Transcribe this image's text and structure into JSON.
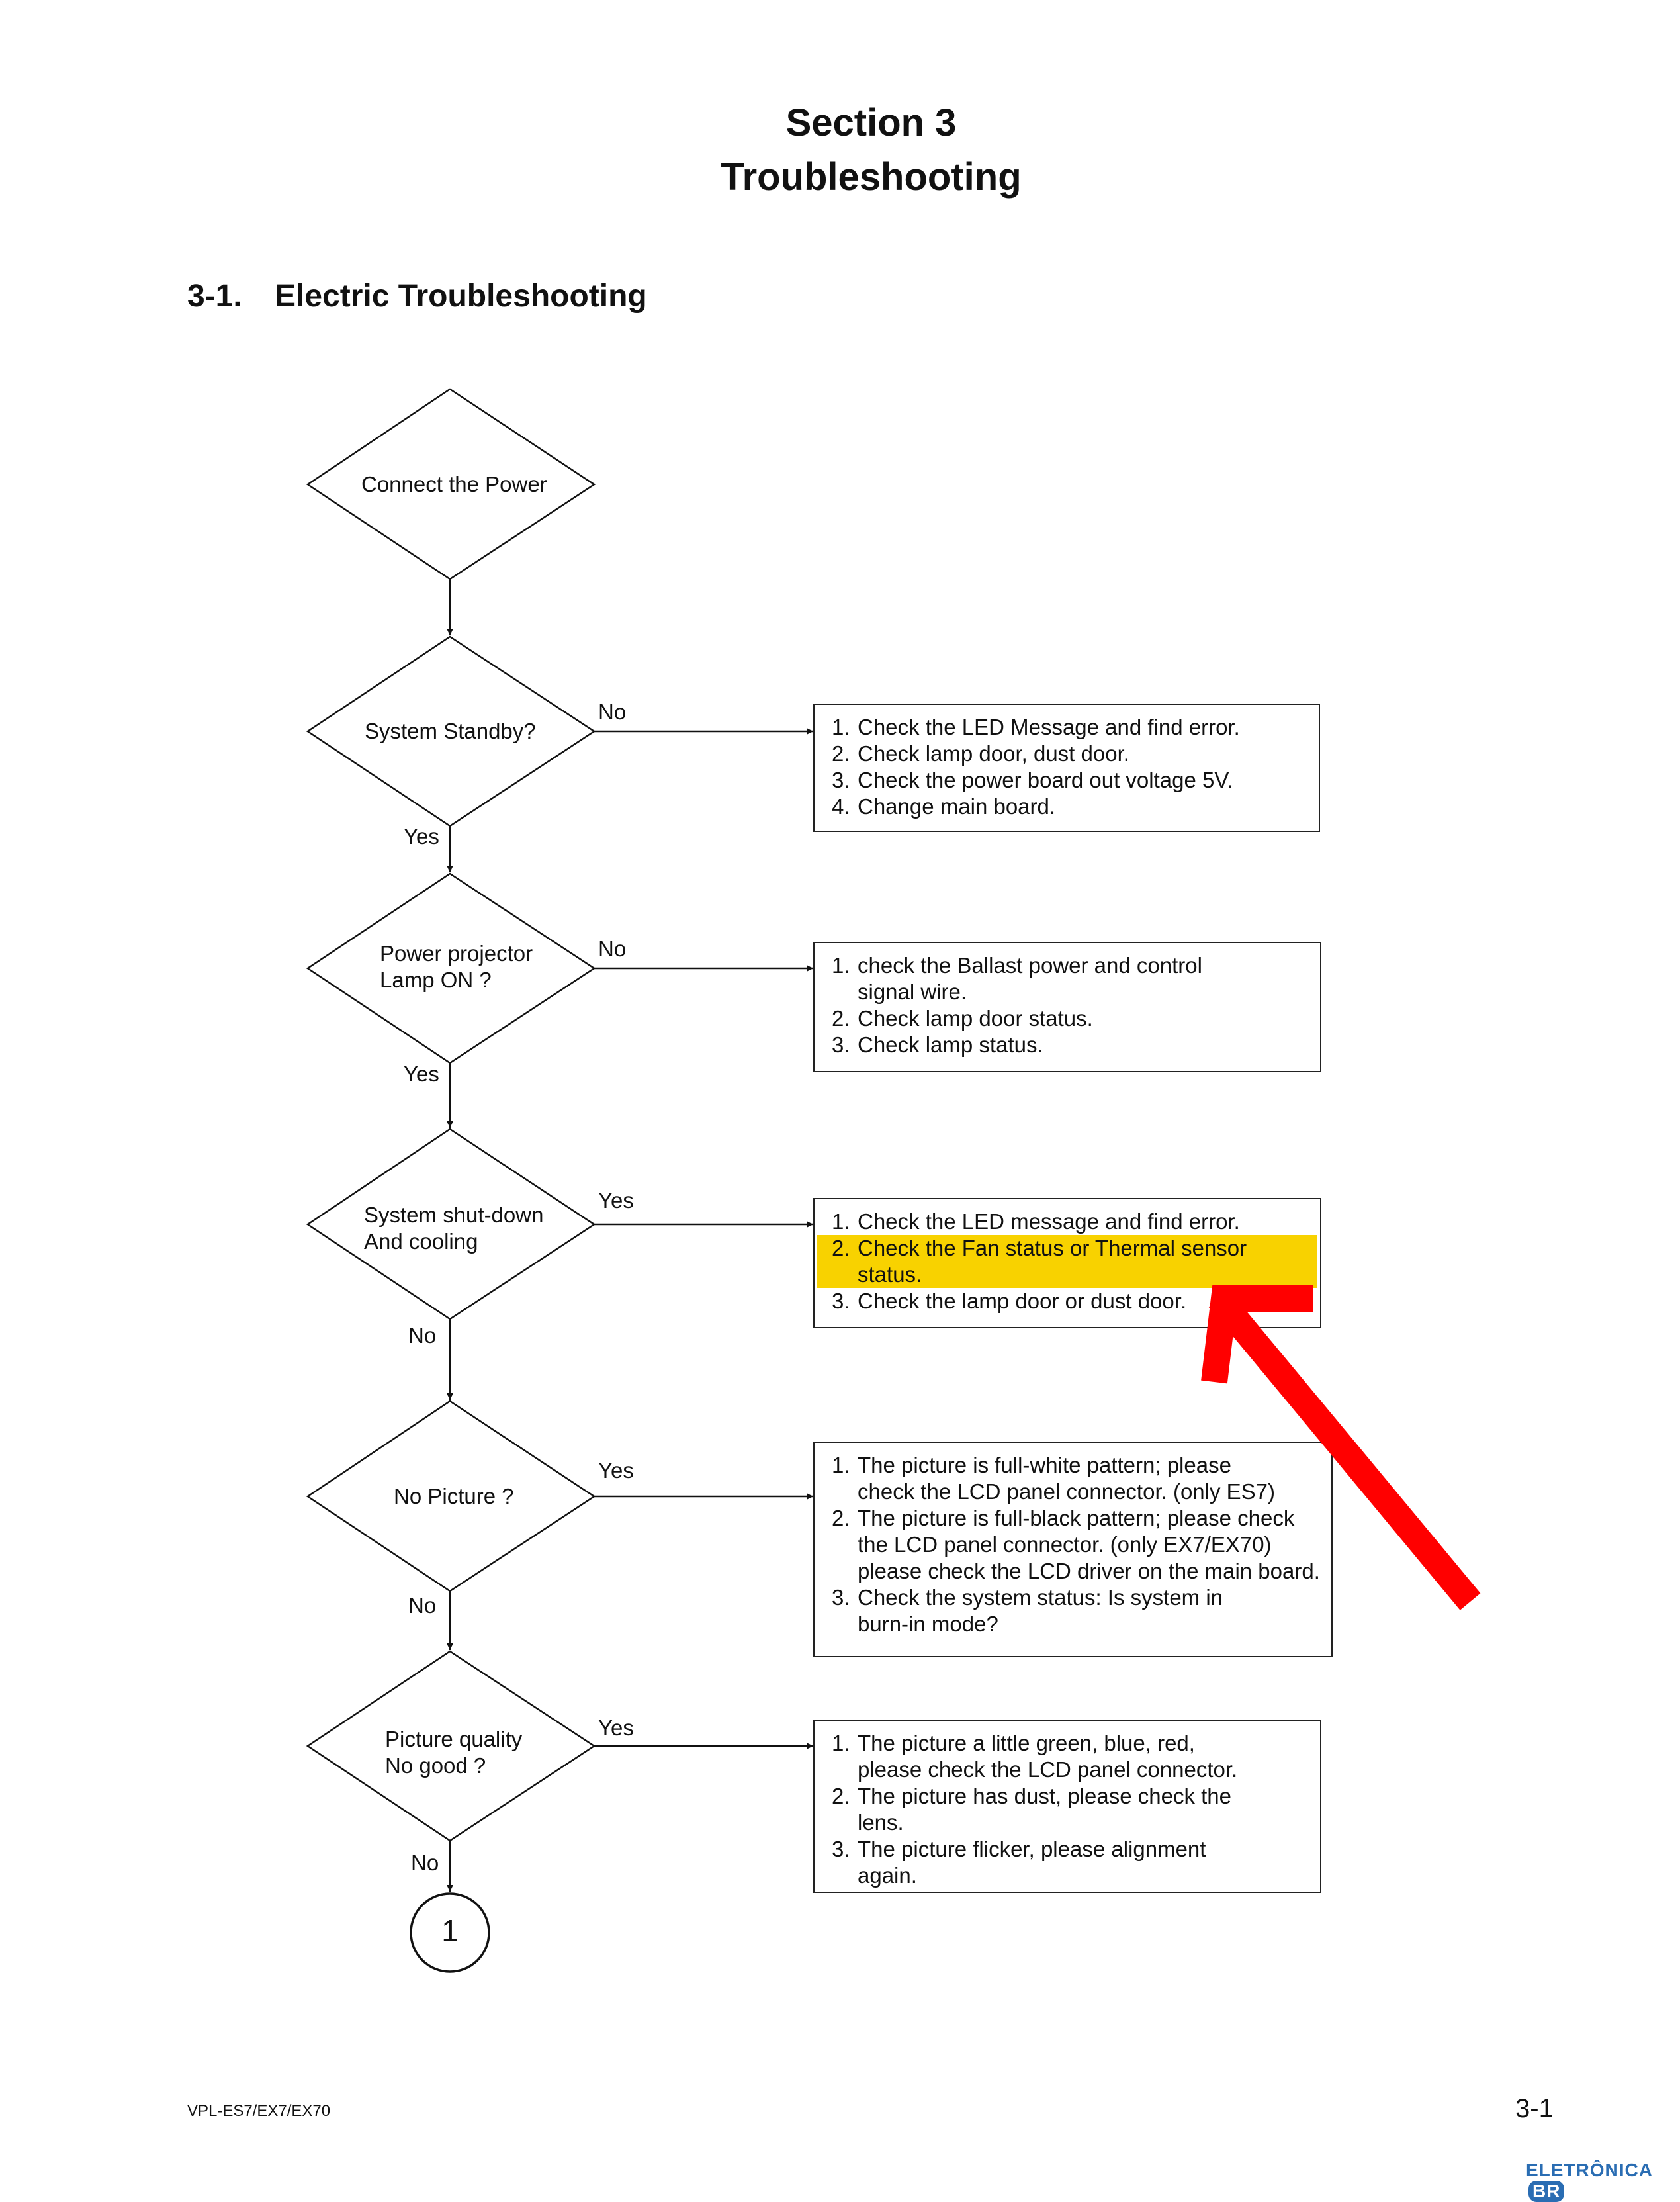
{
  "header": {
    "section": "Section 3",
    "title": "Troubleshooting"
  },
  "subsection": {
    "number": "3-1.",
    "title": "Electric Troubleshooting"
  },
  "flowchart": {
    "nodes": [
      {
        "lines": [
          "Connect the Power"
        ]
      },
      {
        "lines": [
          "System Standby?"
        ]
      },
      {
        "lines": [
          "Power projector",
          "Lamp ON ?"
        ]
      },
      {
        "lines": [
          "System shut-down",
          "And cooling"
        ]
      },
      {
        "lines": [
          "No Picture ?"
        ]
      },
      {
        "lines": [
          "Picture quality",
          "No good ?"
        ]
      }
    ],
    "labels": {
      "standby_no": "No",
      "standby_yes": "Yes",
      "lamp_no": "No",
      "lamp_yes": "Yes",
      "shutdown_yes": "Yes",
      "shutdown_no": "No",
      "nopic_yes": "Yes",
      "nopic_no": "No",
      "quality_yes": "Yes",
      "quality_no": "No"
    },
    "connector": "1",
    "boxes": [
      {
        "items": [
          {
            "num": "1.",
            "lines": [
              "Check the LED Message and find error."
            ]
          },
          {
            "num": "2.",
            "lines": [
              "Check lamp door, dust door."
            ]
          },
          {
            "num": "3.",
            "lines": [
              "Check the power board out voltage 5V."
            ]
          },
          {
            "num": "4.",
            "lines": [
              "Change main board."
            ]
          }
        ]
      },
      {
        "items": [
          {
            "num": "1.",
            "lines": [
              "check the Ballast power and control",
              "signal wire."
            ]
          },
          {
            "num": "2.",
            "lines": [
              "Check lamp door status."
            ]
          },
          {
            "num": "3.",
            "lines": [
              "Check lamp status."
            ]
          }
        ]
      },
      {
        "items": [
          {
            "num": "1.",
            "lines": [
              "Check the LED message and find error."
            ]
          },
          {
            "num": "2.",
            "lines": [
              "Check the Fan status or Thermal sensor",
              "status."
            ],
            "highlight": true
          },
          {
            "num": "3.",
            "lines": [
              "Check the lamp door or dust door."
            ]
          }
        ]
      },
      {
        "items": [
          {
            "num": "1.",
            "lines": [
              "The picture is full-white pattern; please",
              "check the LCD panel connector. (only ES7)"
            ]
          },
          {
            "num": "2.",
            "lines": [
              "The picture is full-black pattern; please check",
              "the LCD panel connector. (only EX7/EX70)",
              "please check the LCD driver on the main board."
            ]
          },
          {
            "num": "3.",
            "lines": [
              "Check the system status: Is system in",
              "burn-in mode?"
            ]
          }
        ]
      },
      {
        "items": [
          {
            "num": "1.",
            "lines": [
              "The picture a little green, blue, red,",
              "please check the LCD panel connector."
            ]
          },
          {
            "num": "2.",
            "lines": [
              "The picture has dust, please check the",
              "lens."
            ]
          },
          {
            "num": "3.",
            "lines": [
              "The picture flicker, please alignment",
              "again."
            ]
          }
        ]
      }
    ]
  },
  "annotation": {
    "arrow_color": "#ff0000",
    "highlight_color": "#f8d200"
  },
  "footer": {
    "model": "VPL-ES7/EX7/EX70",
    "page": "3-1",
    "logo": "ELETRÔNICA",
    "logo_badge": "BR"
  }
}
